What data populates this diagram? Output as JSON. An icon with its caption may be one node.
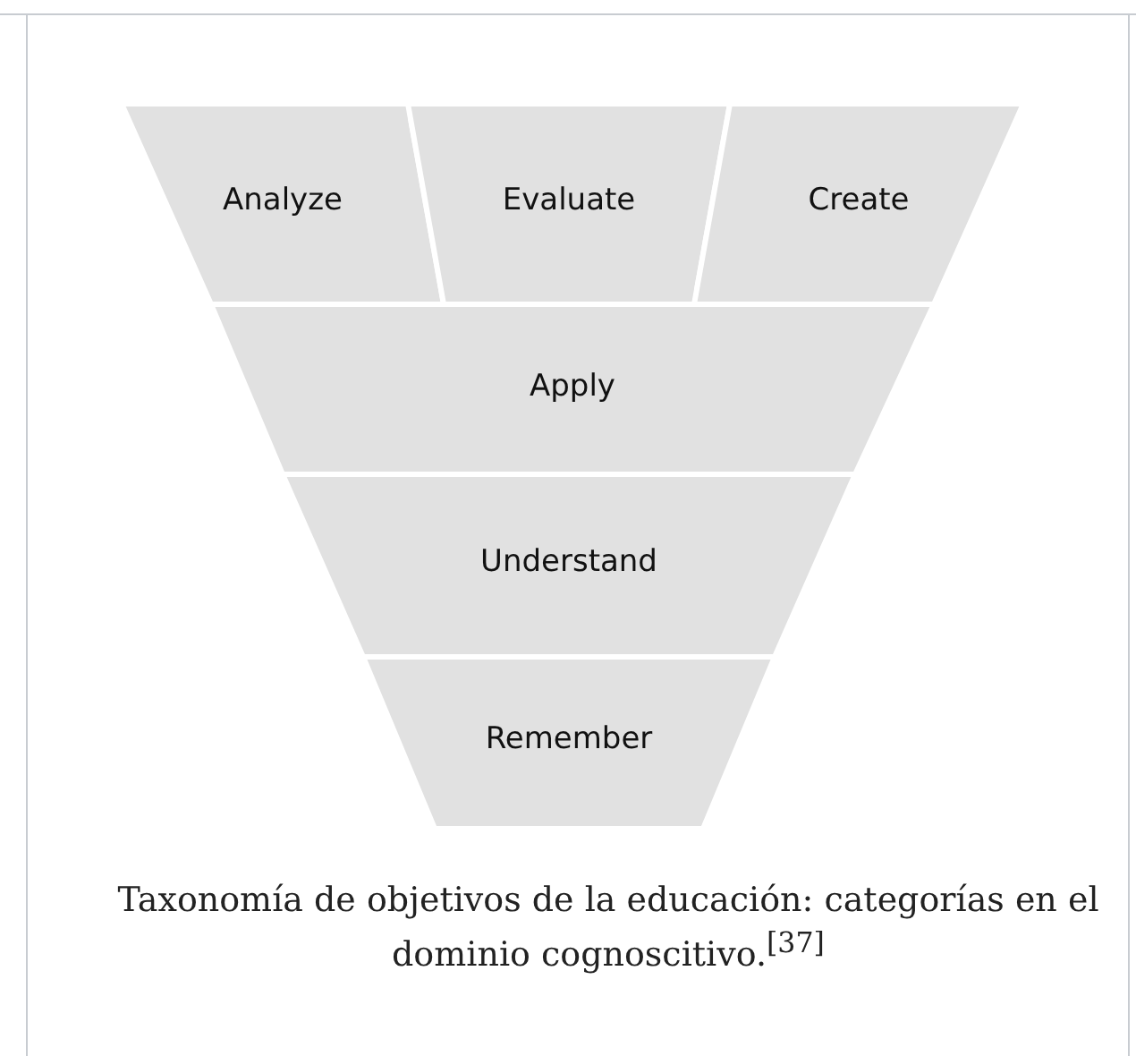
{
  "diagram": {
    "caption": "Taxonomía de objetivos de la educación: categorías en el dominio cognoscitivo.$^{[37]}$",
    "nodes": [
      {
        "text": [
          "Analyze"
        ]
      },
      {
        "text": [
          "Evaluate"
        ]
      },
      {
        "text": [
          "Create"
        ]
      },
      {
        "text": [
          "Apply"
        ]
      },
      {
        "text": [
          "Understand"
        ]
      },
      {
        "text": [
          "Remember"
        ]
      }
    ]
  }
}
